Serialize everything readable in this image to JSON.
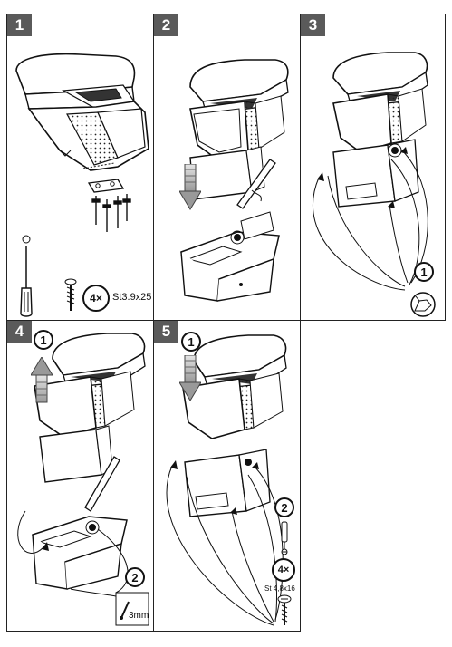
{
  "panels": [
    {
      "number": "1"
    },
    {
      "number": "2"
    },
    {
      "number": "3"
    },
    {
      "number": "4"
    },
    {
      "number": "5"
    }
  ],
  "step1": {
    "qty": "4×",
    "screw_spec": "St3.9x25"
  },
  "step3": {
    "callout": "1"
  },
  "step4": {
    "callout_a": "1",
    "callout_b": "2",
    "dimension": "3mm"
  },
  "step5": {
    "callout_a": "1",
    "callout_b": "2",
    "qty": "4×",
    "screw_spec": "St 4,8x16"
  },
  "colors": {
    "badge": "#5a5a5a",
    "line": "#111111",
    "dots": "#222222",
    "arrow_fill": "#bdbdbd"
  },
  "icons": [
    "screwdriver-icon",
    "screw-icon",
    "arrow-down-icon",
    "arrow-up-icon",
    "snap-hand-icon",
    "drill-icon",
    "nut-icon",
    "washer-icon"
  ]
}
